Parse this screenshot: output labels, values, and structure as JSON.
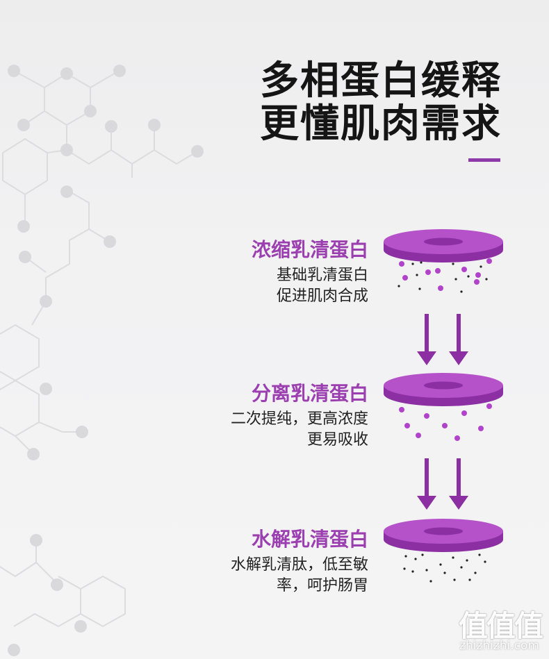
{
  "headline": {
    "line1": "多相蛋白缓释",
    "line2": "更懂肌肉需求"
  },
  "stages": [
    {
      "name": "浓缩乳清蛋白",
      "desc": [
        "基础乳清蛋白",
        "促进肌肉合成"
      ]
    },
    {
      "name": "分离乳清蛋白",
      "desc": [
        "二次提纯，更高浓度",
        "更易吸收"
      ]
    },
    {
      "name": "水解乳清蛋白",
      "desc": [
        "水解乳清肽，低至敏",
        "率，呵护肠胃"
      ]
    }
  ],
  "colors": {
    "accent": "#9b3fb0",
    "disc_top": "#b552c9",
    "disc_side": "#8b2fa3",
    "particle": "#b043c9",
    "headline": "#151515"
  },
  "icons": [
    "molecule-background",
    "disc-filter-icon",
    "down-arrow-icon"
  ],
  "watermark": {
    "logo": "值值值",
    "url": "zhizhizhi.com"
  }
}
